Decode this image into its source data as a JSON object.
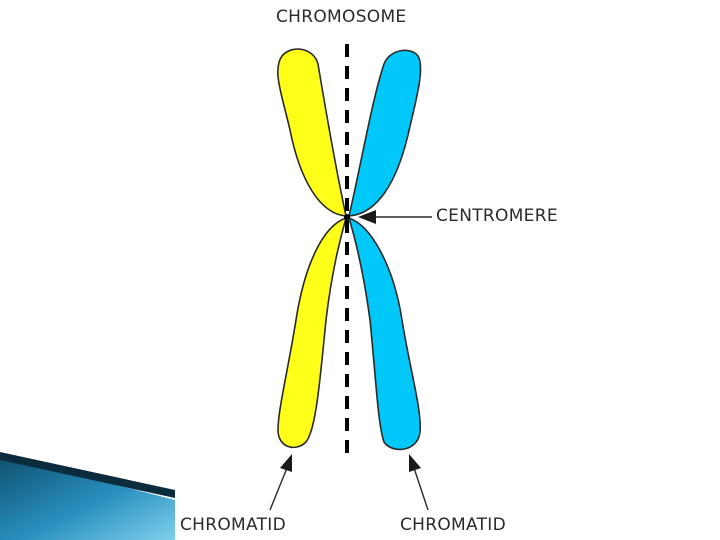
{
  "diagram": {
    "labels": {
      "chromosome": "CHROMOSOME",
      "centromere": "CENTROMERE",
      "chromatid_left": "CHROMATID",
      "chromatid_right": "CHROMATID"
    },
    "colors": {
      "chromatid_left": "#ffff1a",
      "chromatid_right": "#00c8f8",
      "outline": "#2a2a2a",
      "text": "#2b2b2b",
      "slide_accent_dark": "#0d4f6e",
      "slide_accent_light": "#4fb3d6"
    },
    "icons": {
      "centromere_arrow": "arrow-left-icon",
      "chromatid_arrows": "arrow-up-icon"
    }
  }
}
